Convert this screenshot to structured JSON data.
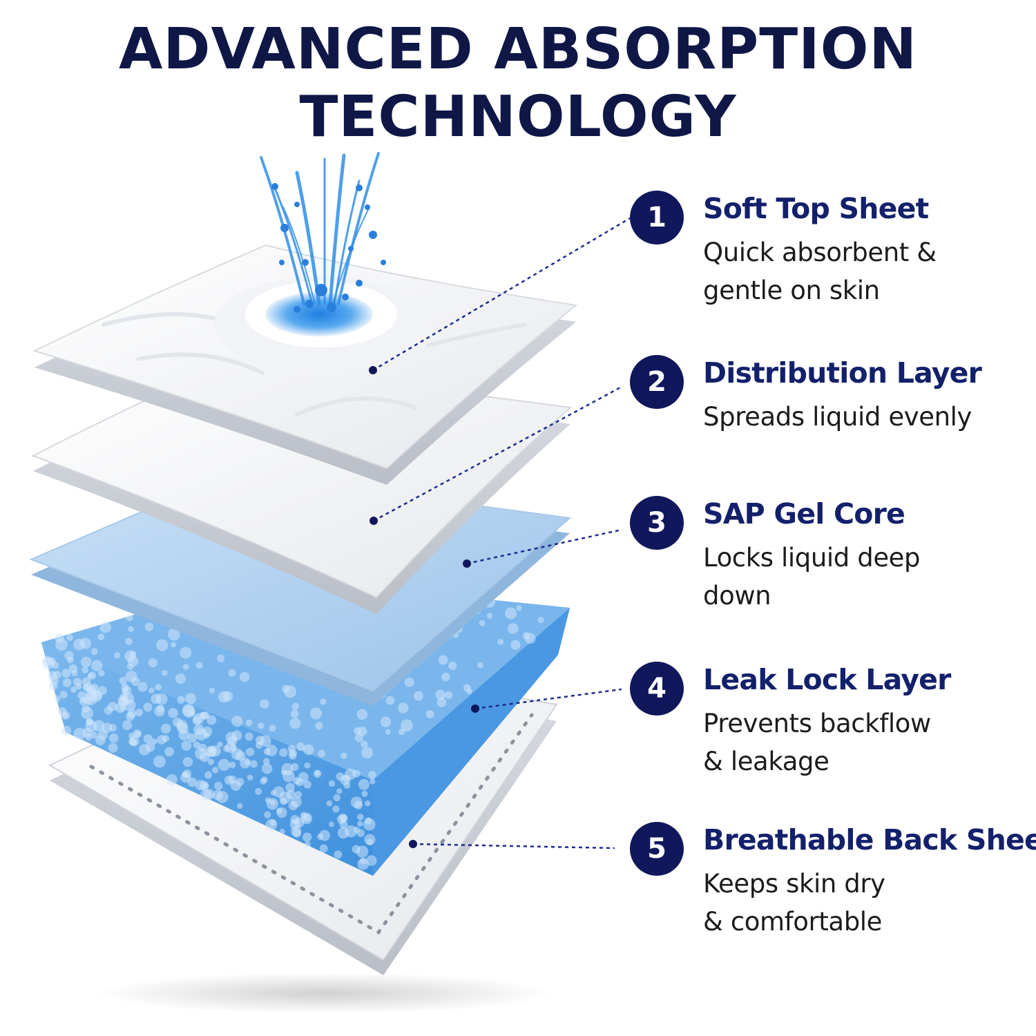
{
  "title": {
    "line1": "ADVANCED ABSORPTION",
    "line2": "TECHNOLOGY"
  },
  "colors": {
    "navy": "#10175a",
    "title_text": "#0f1746",
    "feature_title": "#13206b",
    "body_text": "#1b1b1b",
    "water_blue": "#2f8ee8",
    "core_blue": "#b7d5f0",
    "bead_blue": "#5aa6e8"
  },
  "features": [
    {
      "number": "1",
      "title": "Soft Top Sheet",
      "desc": [
        "Quick absorbent &",
        "gentle on skin"
      ]
    },
    {
      "number": "2",
      "title": "Distribution Layer",
      "desc": [
        "Spreads liquid evenly"
      ]
    },
    {
      "number": "3",
      "title": "SAP Gel Core",
      "desc": [
        "Locks liquid deep",
        "down"
      ]
    },
    {
      "number": "4",
      "title": "Leak Lock Layer",
      "desc": [
        "Prevents backflow",
        "& leakage"
      ]
    },
    {
      "number": "5",
      "title": "Breathable Back Sheet",
      "desc": [
        "Keeps skin dry",
        "& comfortable"
      ]
    }
  ]
}
